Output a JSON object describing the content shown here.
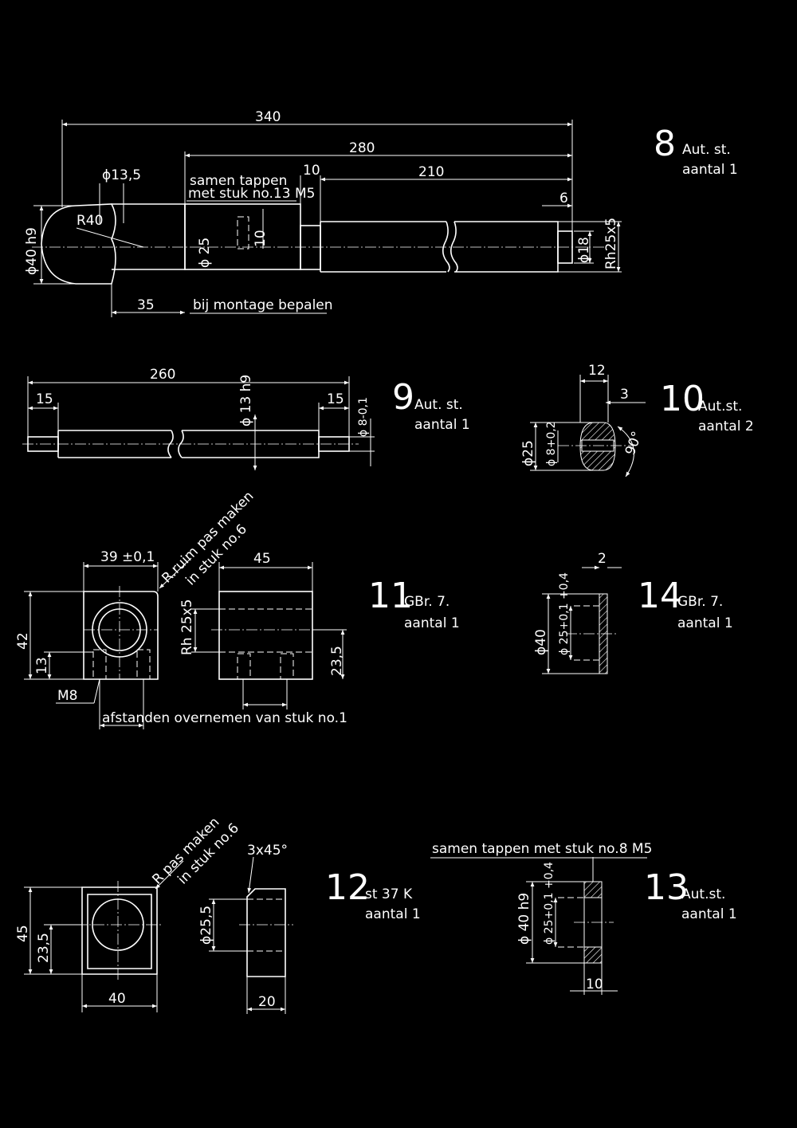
{
  "part8": {
    "number": "8",
    "material": "Aut. st.",
    "qty": "aantal 1",
    "d340": "340",
    "d280": "280",
    "d210": "210",
    "d10": "10",
    "d6": "6",
    "d35": "35",
    "phi135": "ϕ13,5",
    "r40": "R40",
    "phi40h9": "ϕ40 h9",
    "phi25": "ϕ 25",
    "v10": "10",
    "phi18": "ϕ18",
    "rh": "Rh25x5",
    "note1": "samen tappen",
    "note2": "met stuk no.13 M5",
    "note3": "bij montage bepalen"
  },
  "part9": {
    "number": "9",
    "material": "Aut. st.",
    "qty": "aantal 1",
    "d260": "260",
    "d15a": "15",
    "d15b": "15",
    "phi13h9": "ϕ 13 h9",
    "phi8": "ϕ 8-0,1"
  },
  "part10": {
    "number": "10",
    "material": "Aut.st.",
    "qty": "aantal 2",
    "d12": "12",
    "d3": "3",
    "phi25": "ϕ25",
    "phi8": "ϕ 8+0,2",
    "ang": "90°"
  },
  "part11": {
    "number": "11",
    "material": "GBr. 7.",
    "qty": "aantal 1",
    "d39": "39 ±0,1",
    "d45": "45",
    "d42": "42",
    "d13": "13",
    "m8": "M8",
    "rh": "Rh 25x5",
    "d235": "23,5",
    "lead1": "R.ruim pas maken",
    "lead2": "in stuk no.6",
    "note": "afstanden overnemen van stuk no.1"
  },
  "part14": {
    "number": "14",
    "material": "GBr. 7.",
    "qty": "aantal 1",
    "d2": "2",
    "phi40": "ϕ40",
    "phi25": "ϕ 25+0,1 +0,4"
  },
  "part12": {
    "number": "12",
    "material": "st 37 K",
    "qty": "aantal 1",
    "d45": "45",
    "d235": "23,5",
    "d40": "40",
    "phi255": "ϕ25,5",
    "chamfer": "3x45°",
    "d20": "20",
    "lead1": "R pas maken",
    "lead2": "in stuk no.6"
  },
  "part13": {
    "number": "13",
    "material": "Aut.st.",
    "qty": "aantal 1",
    "note": "samen tappen met stuk no.8  M5",
    "phi40h9": "ϕ 40 h9",
    "phi25": "ϕ 25+0,1 +0,4",
    "d10": "10"
  }
}
